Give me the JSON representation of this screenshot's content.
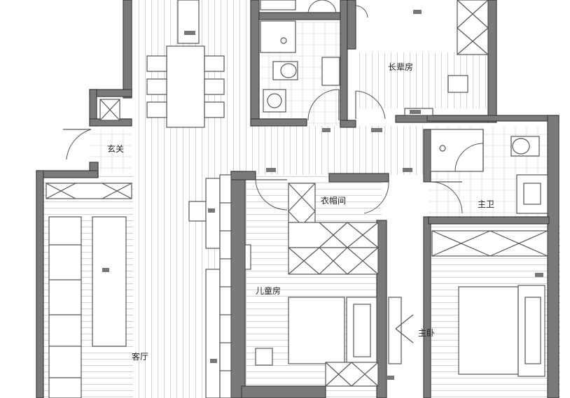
{
  "rooms": {
    "study": "长辈房",
    "entrance": "玄关",
    "closet": "衣帽间",
    "guest_bath": "主卫",
    "kids_room": "儿童房",
    "master": "主卧",
    "living": "客厅"
  },
  "colors": {
    "wall": "#7a7a7a",
    "floor_line": "#d2d2d2",
    "furniture_stroke": "#555555"
  }
}
